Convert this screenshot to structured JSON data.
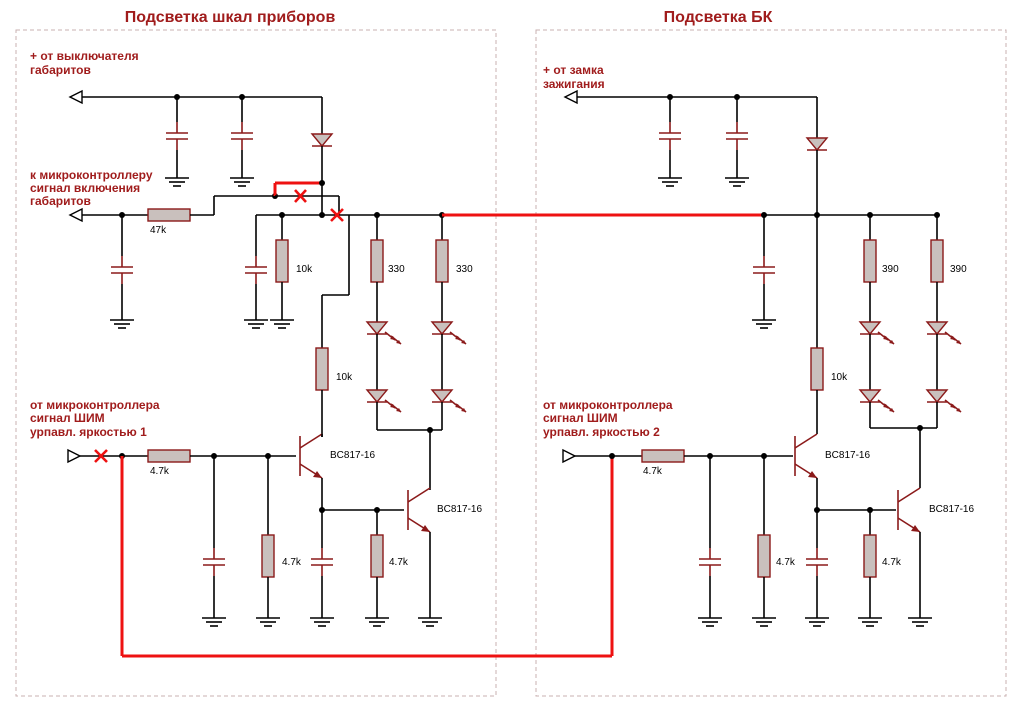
{
  "titles": {
    "left": "Подсветка шкал приборов",
    "right": "Подсветка БК"
  },
  "labels": {
    "sw_l1": "+ от выключателя",
    "sw_l2": "габаритов",
    "mcu_l1": "к микроконтроллеру",
    "mcu_l2": "сигнал включения",
    "mcu_l3": "габаритов",
    "pwm1_l1": "от микроконтроллера",
    "pwm1_l2": "сигнал ШИМ",
    "pwm1_l3": "урпавл. яркостью 1",
    "ign_l1": "+ от замка",
    "ign_l2": "зажигания",
    "pwm2_l1": "от микроконтроллера",
    "pwm2_l2": "сигнал ШИМ",
    "pwm2_l3": "урпавл. яркостью 2"
  },
  "values": {
    "r47k": "47k",
    "r10k_a": "10k",
    "r330_a": "330",
    "r330_b": "330",
    "r10k_b": "10k",
    "r47_a": "4.7k",
    "r47_b": "4.7k",
    "r47_c": "4.7k",
    "q1": "BC817-16",
    "q2": "BC817-16",
    "r390_a": "390",
    "r390_b": "390",
    "r10k_c": "10k",
    "r47_d": "4.7k",
    "r47_e": "4.7k",
    "r47_f": "4.7k",
    "q3": "BC817-16",
    "q4": "BC817-16"
  }
}
